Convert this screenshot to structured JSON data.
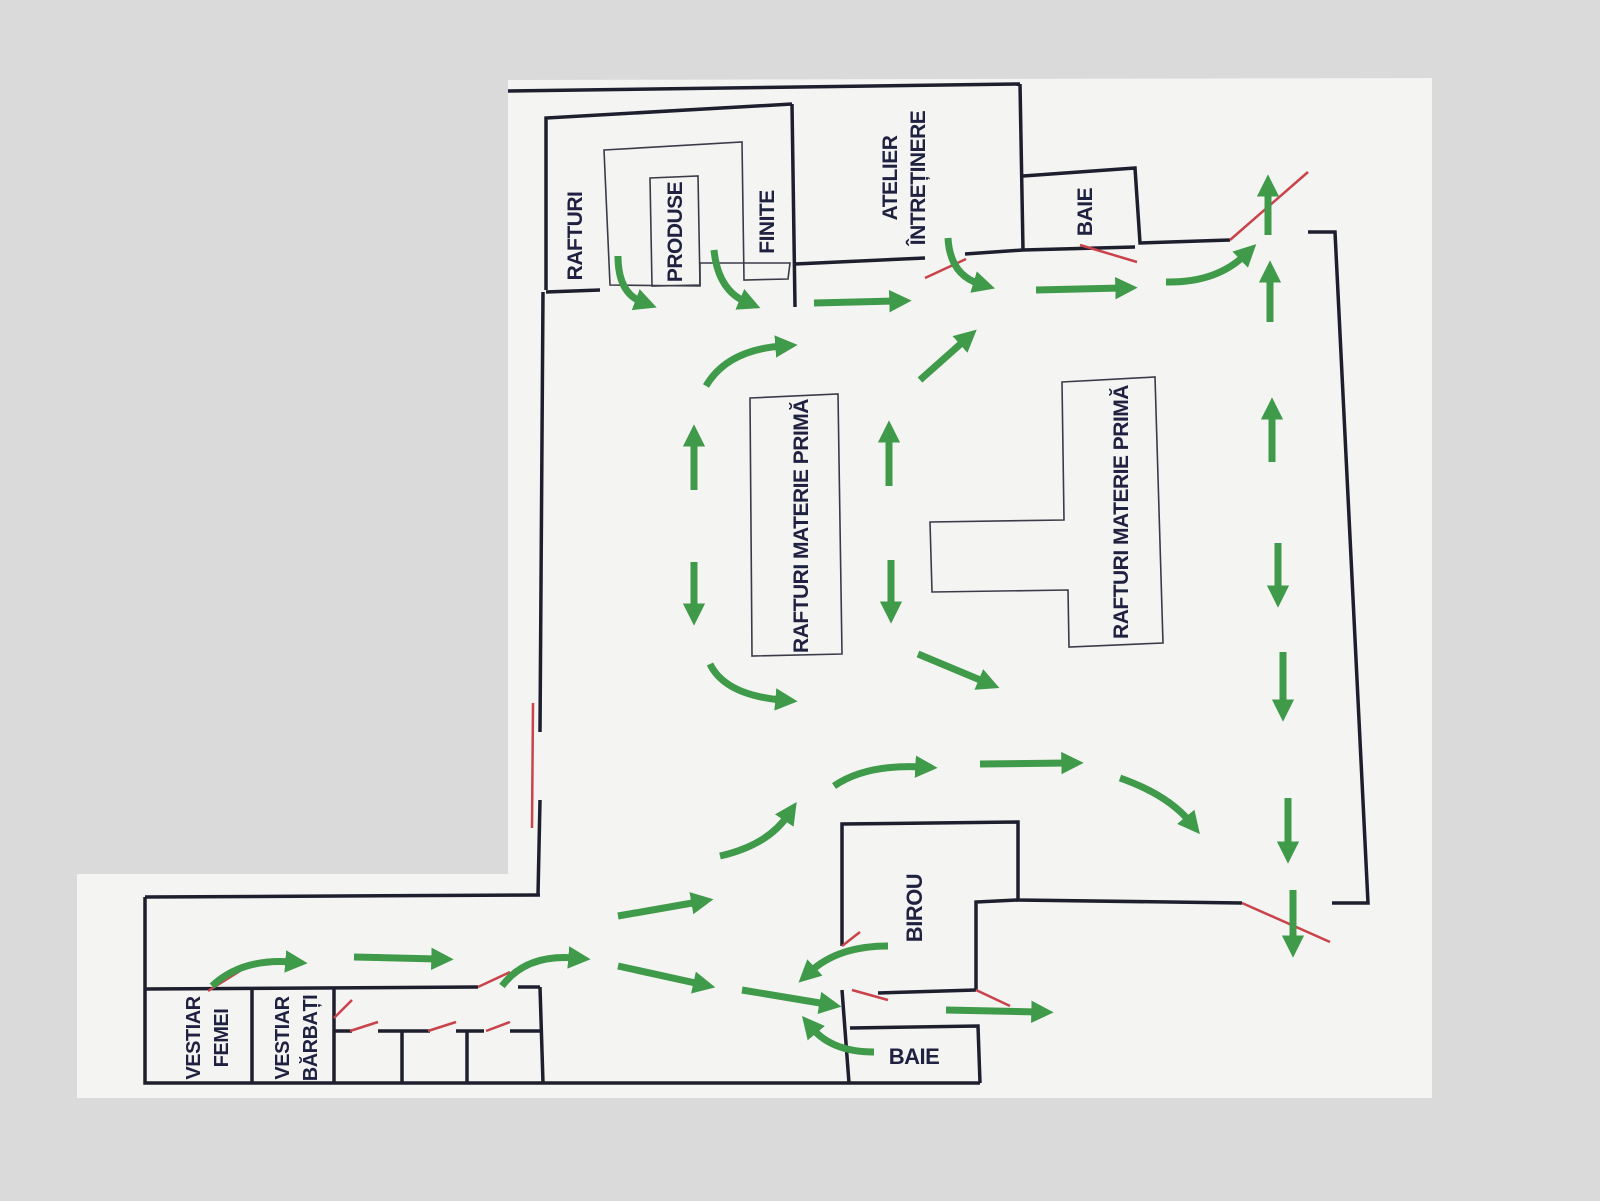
{
  "colors": {
    "background": "#dadada",
    "paper": "#f4f4f2",
    "wall": "#1e1f2e",
    "door": "#c9434a",
    "arrow": "#3f9a4a"
  },
  "rooms": {
    "rafturi": "RAFTURI",
    "produse": "PRODUSE",
    "finite": "FINITE",
    "atelier_line1": "ATELIER",
    "atelier_line2": "ÎNTREȚINERE",
    "baie_top": "BAIE",
    "rafturi_materie_1": "RAFTURI MATERIE PRIMĂ",
    "rafturi_materie_2": "RAFTURI MATERIE PRIMĂ",
    "birou": "BIROU",
    "baie_bottom": "BAIE",
    "vestiar_femei_line1": "VESTIAR",
    "vestiar_femei_line2": "FEMEI",
    "vestiar_barbati_line1": "VESTIAR",
    "vestiar_barbati_line2": "BĂRBAȚI"
  },
  "icons": {
    "arrow": "evacuation-arrow-icon",
    "door": "door-swing-icon"
  }
}
